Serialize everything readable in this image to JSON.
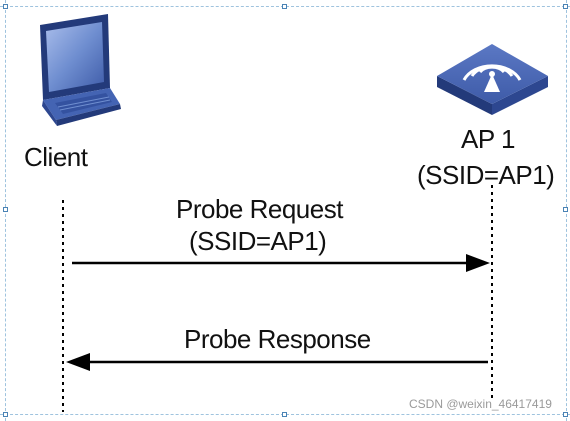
{
  "client": {
    "label": "Client",
    "icon": "laptop-icon"
  },
  "access_point": {
    "label": "AP 1",
    "ssid": "(SSID=AP1)",
    "icon": "wireless-ap-icon"
  },
  "messages": [
    {
      "line1": "Probe Request",
      "line2": "(SSID=AP1)",
      "direction": "client-to-ap"
    },
    {
      "line1": "Probe Response",
      "direction": "ap-to-client"
    }
  ],
  "watermark": "CSDN @weixin_46417419",
  "colors": {
    "device": "#3e5ba8",
    "device_dark": "#233a7a",
    "device_light": "#6f8ed0",
    "line": "#000000"
  }
}
